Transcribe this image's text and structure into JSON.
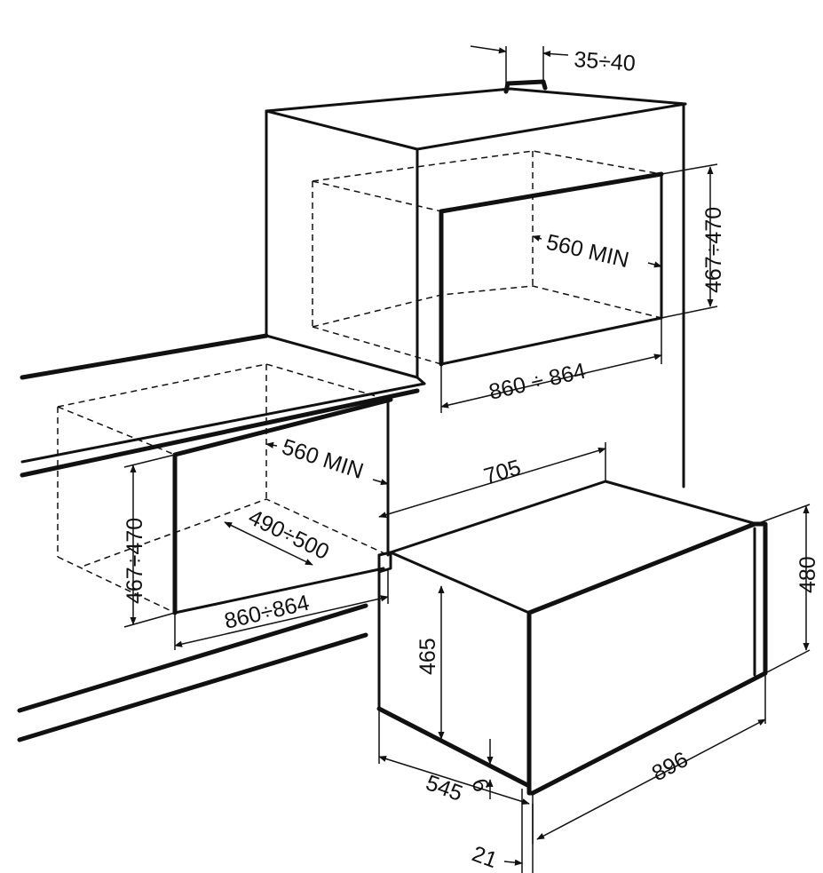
{
  "dimensions": {
    "top_gap": "35÷40",
    "upper_depth": "560 MIN",
    "upper_height": "467÷470",
    "upper_width": "860 ÷ 864",
    "lower_depth": "560 MIN",
    "lower_height": "467÷470",
    "lower_inner_depth": "490÷500",
    "lower_width": "860÷864",
    "appliance_depth": "705",
    "appliance_height": "480",
    "appliance_body_height": "465",
    "appliance_width": "896",
    "appliance_side": "545",
    "front_offset": "6",
    "frame_depth": "21"
  }
}
